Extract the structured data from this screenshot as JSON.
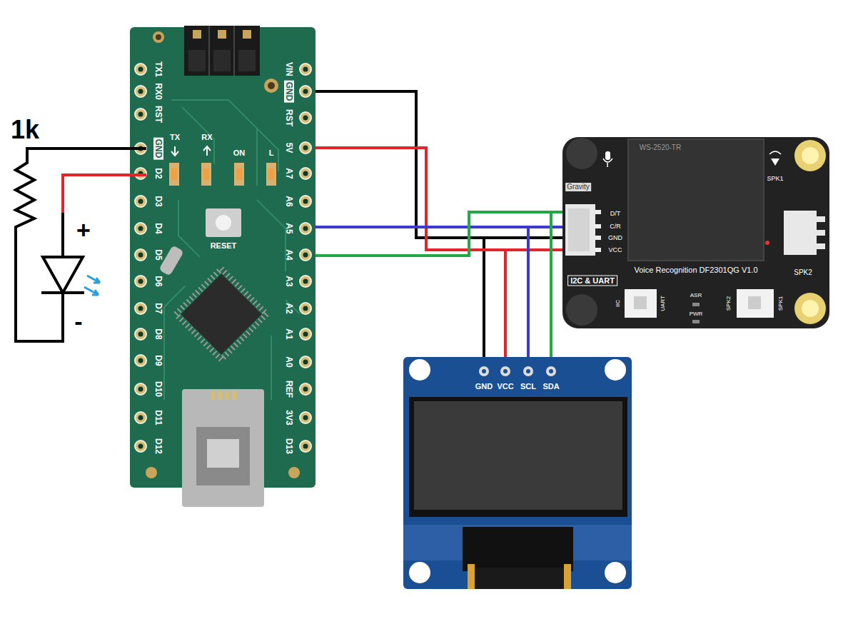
{
  "diagram": {
    "nodes": [
      {
        "text": [
          "TX1",
          "RX0",
          "RST",
          "GND",
          "D2",
          "D3",
          "D4",
          "D5",
          "D6",
          "D7",
          "D8",
          "D9",
          "D10",
          "D11",
          "D12",
          "VIN",
          "GND",
          "RST",
          "5V",
          "A7",
          "A6",
          "A5",
          "A4",
          "A3",
          "A2",
          "A1",
          "A0",
          "REF",
          "3V3",
          "D13",
          "TX",
          "RX",
          "ON",
          "L",
          "RESET"
        ]
      },
      {
        "text": [
          "WS-2520-TR",
          "Gravity",
          "SPK1",
          "D/T",
          "C/R",
          "GND",
          "VCC",
          "SPK2",
          "Voice Recognition DF2301QG V1.0",
          "I2C & UART",
          "IIC",
          "UART",
          "ASR",
          "PWR",
          "SPK2",
          "SPK1"
        ]
      },
      {
        "text": [
          "GND",
          "VCC",
          "SCL",
          "SDA"
        ]
      }
    ],
    "edges": [
      {
        "from": 0,
        "to": 1,
        "arrow": "none"
      },
      {
        "from": 0,
        "to": 2,
        "arrow": "none"
      },
      {
        "from": 0,
        "to": 1,
        "arrow": "none"
      },
      {
        "from": 0,
        "to": 2,
        "arrow": "none"
      },
      {
        "from": 0,
        "to": 1,
        "arrow": "none"
      },
      {
        "from": 0,
        "to": 2,
        "arrow": "none"
      },
      {
        "from": 0,
        "to": 1,
        "arrow": "none"
      },
      {
        "from": 0,
        "to": 2,
        "arrow": "none"
      }
    ],
    "labels": [
      "1k",
      "+",
      "-"
    ]
  }
}
